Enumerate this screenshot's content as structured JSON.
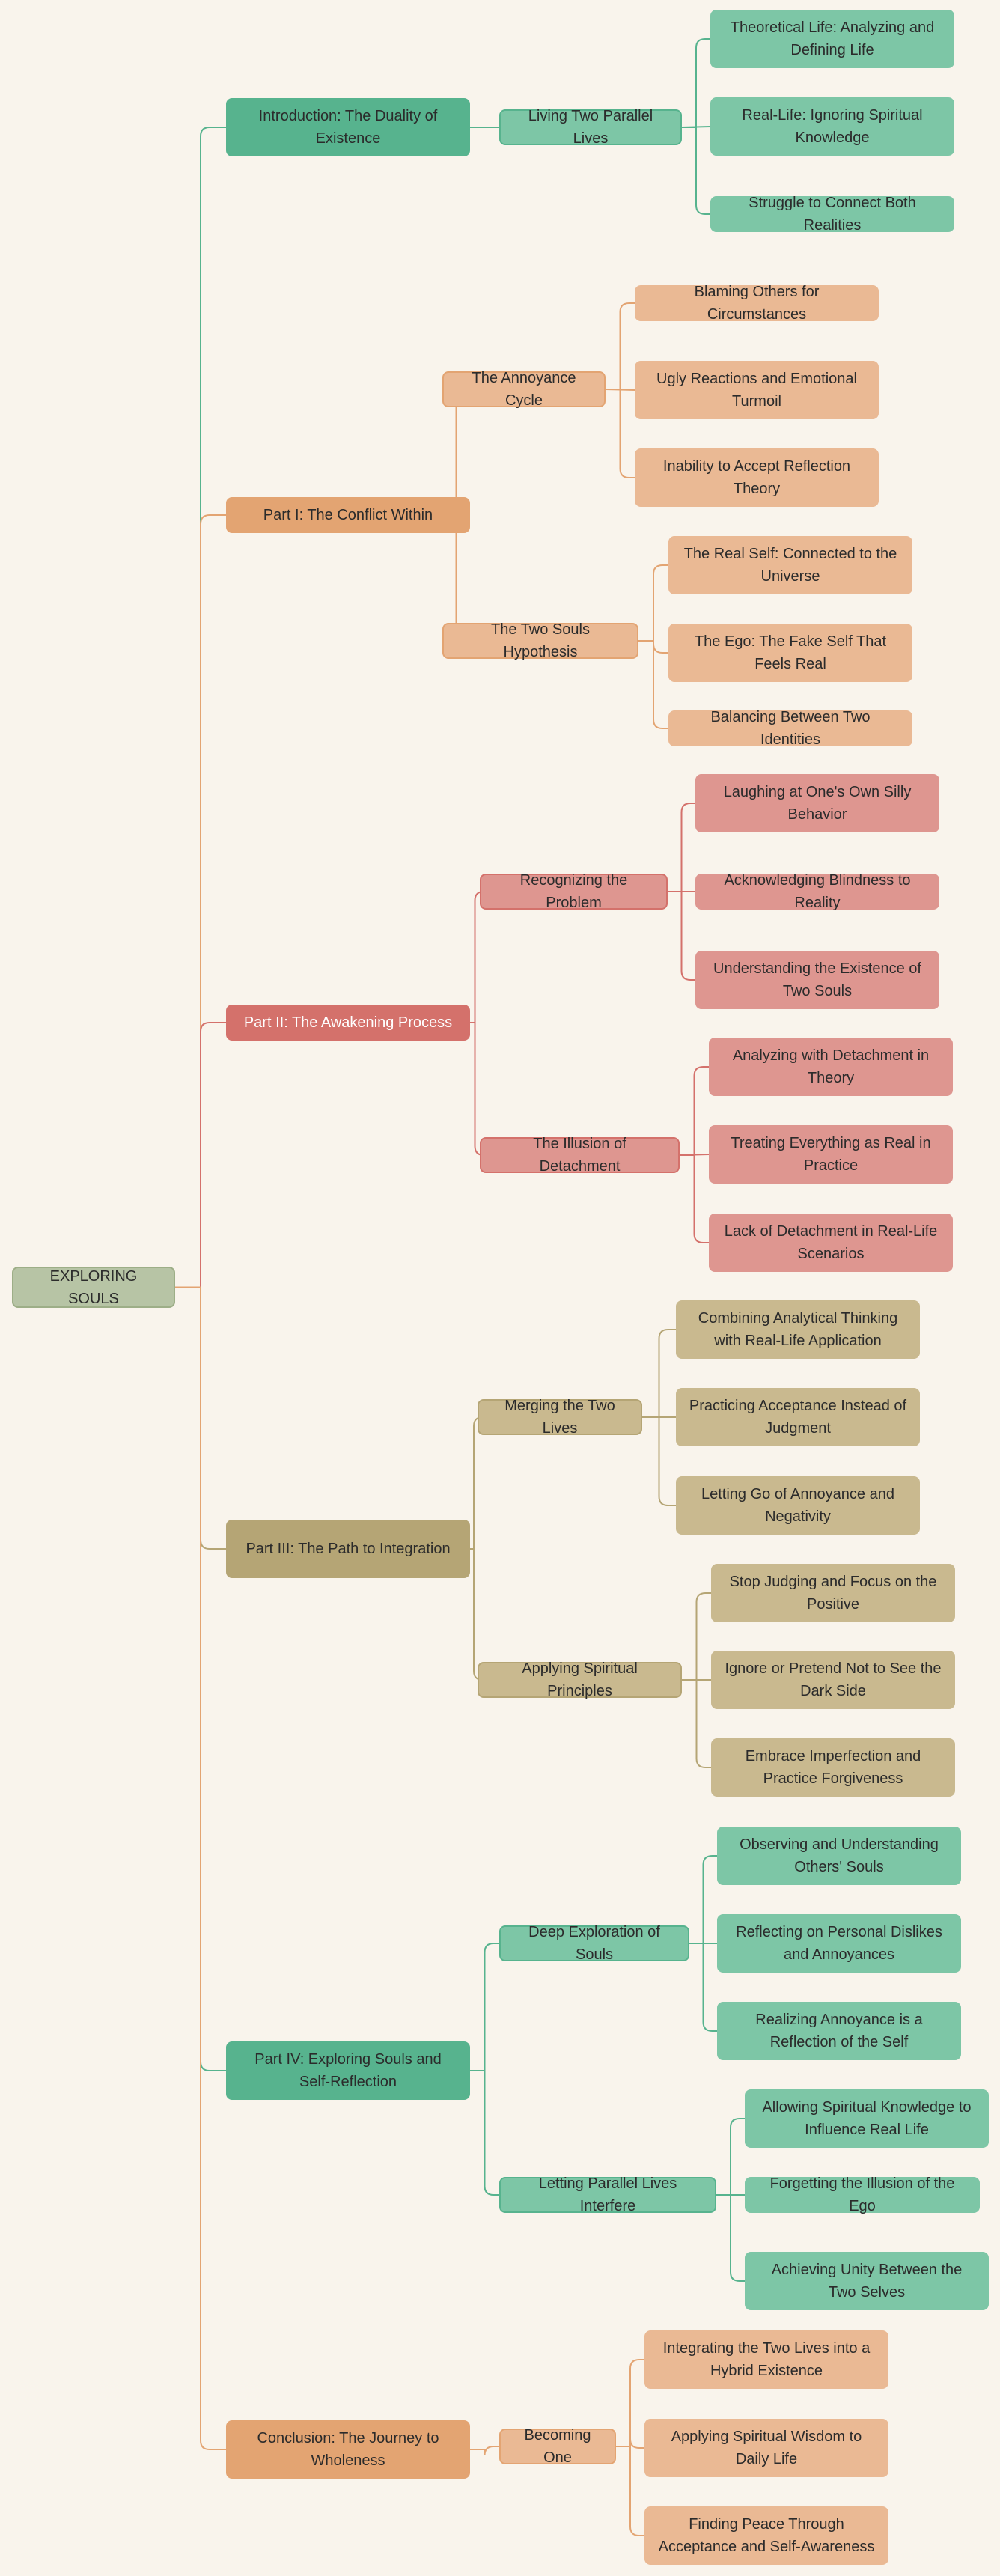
{
  "mindmap": {
    "root": "EXPLORING SOULS",
    "branches": [
      {
        "label": "Introduction: The Duality of Existence",
        "palette": {
          "main": "#57b38e",
          "sub": "#7dc6a6",
          "leaf": "#7dc6a6",
          "line": "#57b38e"
        },
        "children": [
          {
            "label": "Living Two Parallel Lives",
            "children": [
              "Theoretical Life: Analyzing and Defining Life",
              "Real-Life: Ignoring Spiritual Knowledge",
              "Struggle to Connect Both Realities"
            ]
          }
        ]
      },
      {
        "label": "Part I: The Conflict Within",
        "palette": {
          "main": "#e3a472",
          "sub": "#eab994",
          "leaf": "#eab994",
          "line": "#e3a472"
        },
        "children": [
          {
            "label": "The Annoyance Cycle",
            "children": [
              "Blaming Others for Circumstances",
              "Ugly Reactions and Emotional Turmoil",
              "Inability to Accept Reflection Theory"
            ]
          },
          {
            "label": "The Two Souls Hypothesis",
            "children": [
              "The Real Self: Connected to the Universe",
              "The Ego: The Fake Self That Feels Real",
              "Balancing Between Two Identities"
            ]
          }
        ]
      },
      {
        "label": "Part II: The Awakening Process",
        "palette": {
          "main": "#d4716b",
          "sub": "#de9690",
          "leaf": "#de9690",
          "line": "#d4716b"
        },
        "children": [
          {
            "label": "Recognizing the Problem",
            "children": [
              "Laughing at One's Own Silly Behavior",
              "Acknowledging Blindness to Reality",
              "Understanding the Existence of Two Souls"
            ]
          },
          {
            "label": "The Illusion of Detachment",
            "children": [
              "Analyzing with Detachment in Theory",
              "Treating Everything as Real in Practice",
              "Lack of Detachment in Real-Life Scenarios"
            ]
          }
        ]
      },
      {
        "label": "Part III: The Path to Integration",
        "palette": {
          "main": "#b5a575",
          "sub": "#c9b98f",
          "leaf": "#c9b98f",
          "line": "#b5a575"
        },
        "children": [
          {
            "label": "Merging the Two Lives",
            "children": [
              "Combining Analytical Thinking with Real-Life Application",
              "Practicing Acceptance Instead of Judgment",
              "Letting Go of Annoyance and Negativity"
            ]
          },
          {
            "label": "Applying Spiritual Principles",
            "children": [
              "Stop Judging and Focus on the Positive",
              "Ignore or Pretend Not to See the Dark Side",
              "Embrace Imperfection and Practice Forgiveness"
            ]
          }
        ]
      },
      {
        "label": "Part IV: Exploring Souls and Self-Reflection",
        "palette": {
          "main": "#57b38e",
          "sub": "#7dc6a6",
          "leaf": "#7dc6a6",
          "line": "#57b38e"
        },
        "children": [
          {
            "label": "Deep Exploration of Souls",
            "children": [
              "Observing and Understanding Others' Souls",
              "Reflecting on Personal Dislikes and Annoyances",
              "Realizing Annoyance is a Reflection of the Self"
            ]
          },
          {
            "label": "Letting Parallel Lives Interfere",
            "children": [
              "Allowing Spiritual Knowledge to Influence Real Life",
              "Forgetting the Illusion of the Ego",
              "Achieving Unity Between the Two Selves"
            ]
          }
        ]
      },
      {
        "label": "Conclusion: The Journey to Wholeness",
        "palette": {
          "main": "#e3a472",
          "sub": "#eab994",
          "leaf": "#eab994",
          "line": "#e3a472"
        },
        "children": [
          {
            "label": "Becoming One",
            "children": [
              "Integrating the Two Lives into a Hybrid Existence",
              "Applying Spiritual Wisdom to Daily Life",
              "Finding Peace Through Acceptance and Self-Awareness"
            ]
          }
        ]
      }
    ]
  }
}
